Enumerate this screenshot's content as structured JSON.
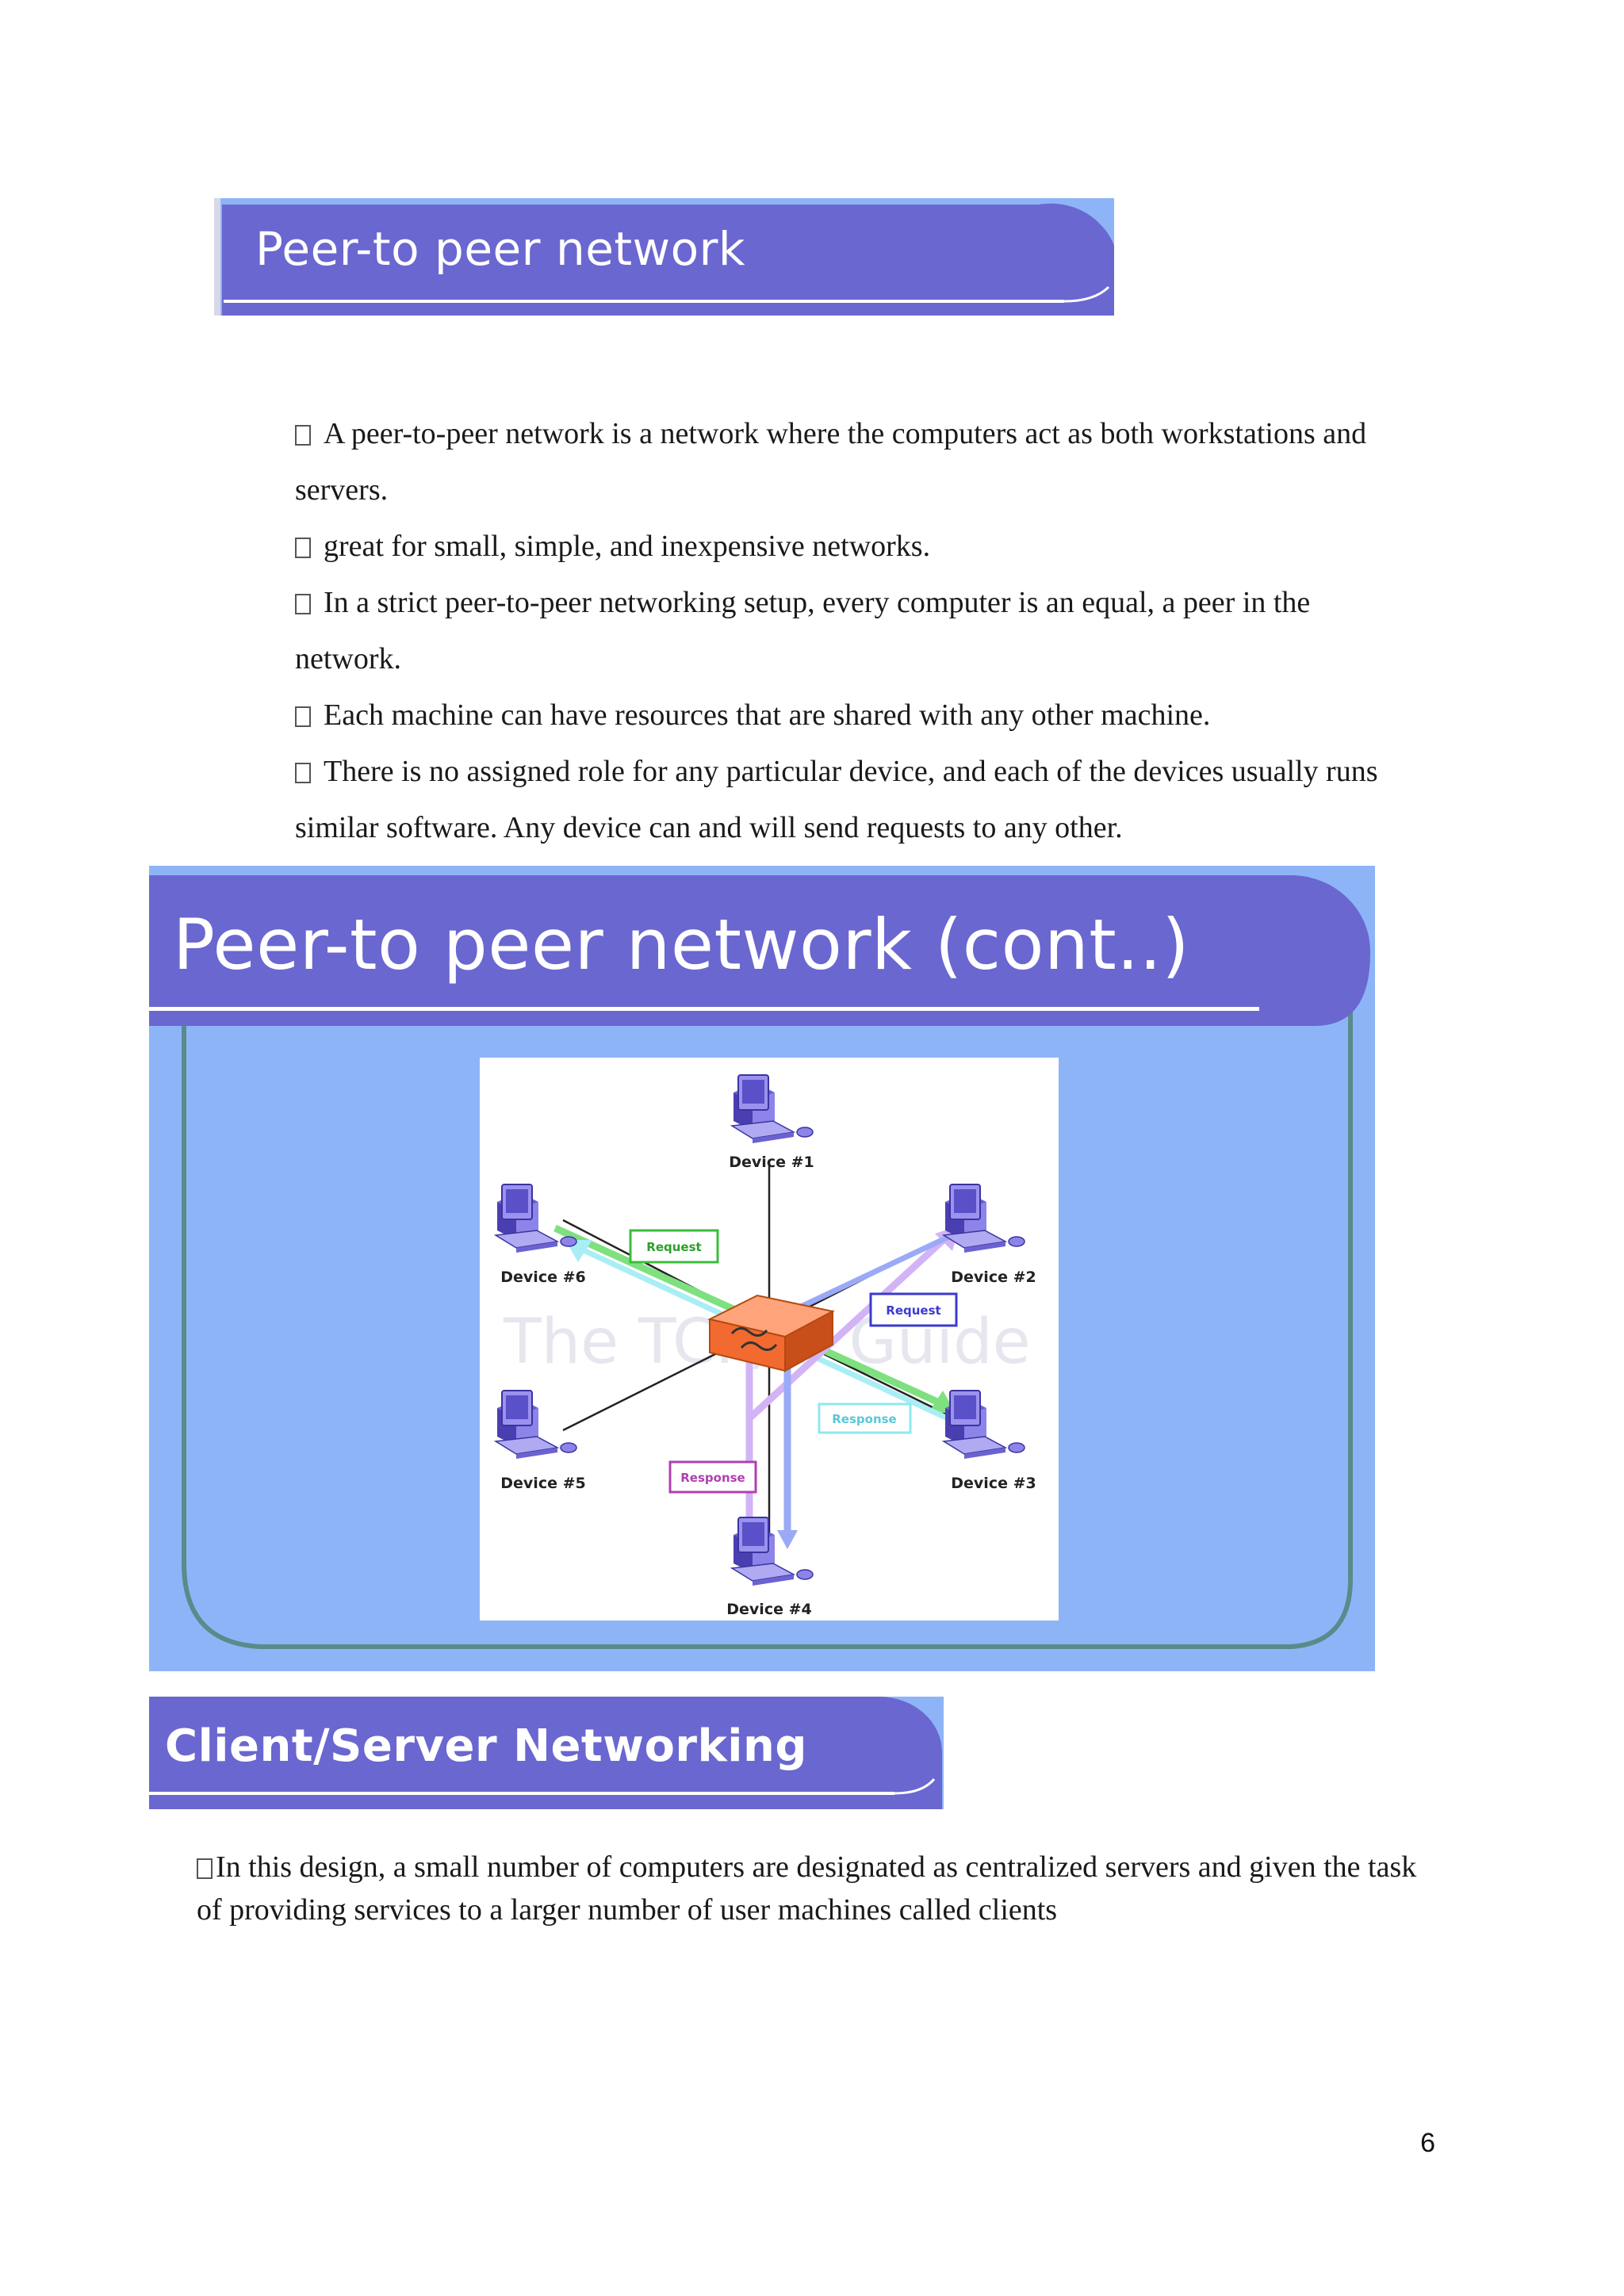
{
  "slide1": {
    "title": "Peer-to peer network"
  },
  "bullets": [
    "A peer-to-peer network is a network where the computers act as both workstations and servers.",
    "great for small, simple, and inexpensive networks.",
    "In a strict peer-to-peer networking setup, every computer is an equal, a peer in the network.",
    "Each machine can have resources that are shared with any other machine.",
    "There is no assigned role for any particular device, and each of the devices usually runs similar software. Any device can and will send requests to any other."
  ],
  "slide2": {
    "title": "Peer-to peer network (cont..)",
    "diagram": {
      "devices": [
        "Device #1",
        "Device #2",
        "Device #3",
        "Device #4",
        "Device #5",
        "Device #6"
      ],
      "labels": {
        "request_green": "Request",
        "request_blue": "Request",
        "response_cyan": "Response",
        "response_purple": "Response"
      },
      "watermark": "The TCP/IP Guide",
      "colors": {
        "hub": "#f26a30",
        "green": "#7ee07e",
        "purple": "#c6a2f2",
        "cyan": "#8ee8f0",
        "blue": "#8a9cf6"
      }
    }
  },
  "slide3": {
    "title": "Client/Server Networking"
  },
  "client_server_text": "In this design, a small number of computers are designated as centralized servers and given the task of providing services to a larger number of user machines called clients",
  "page_number": "6",
  "colors": {
    "banner": "#6a67d0",
    "slide_bg": "#8eb4f8",
    "frame": "#5b8a8a"
  }
}
